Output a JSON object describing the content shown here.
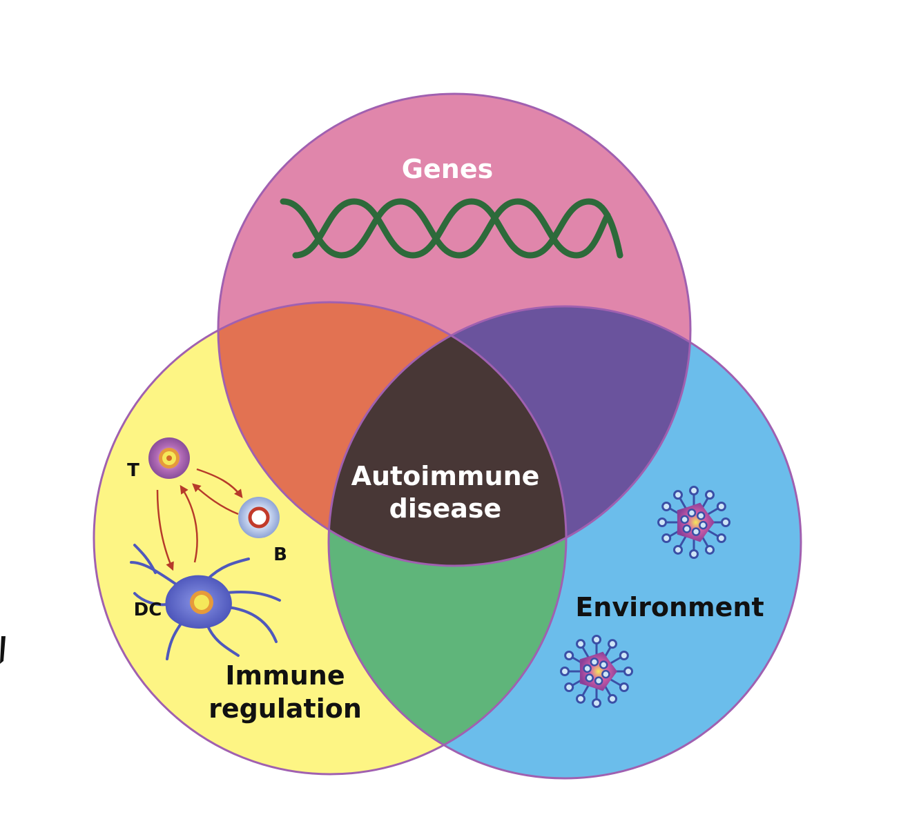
{
  "diagram": {
    "sets": [
      {
        "id": "genes",
        "label": "Genes",
        "color": "#e086ab"
      },
      {
        "id": "immune",
        "label_lines": [
          "Immune",
          "regulation"
        ],
        "color": "#fdf584"
      },
      {
        "id": "environment",
        "label": "Environment",
        "color": "#6bbdeb"
      }
    ],
    "intersections": {
      "genes_immune": "#e27252",
      "genes_environment": "#6a539d",
      "immune_environment": "#5fb57a",
      "all": "#483736"
    },
    "center_label_lines": [
      "Autoimmune",
      "disease"
    ],
    "outline_color": "#a060b0",
    "dna_color": "#2d6a3a",
    "arrow_color": "#b63a2a",
    "cells": {
      "t": "T",
      "b": "B",
      "dc": "DC"
    }
  }
}
